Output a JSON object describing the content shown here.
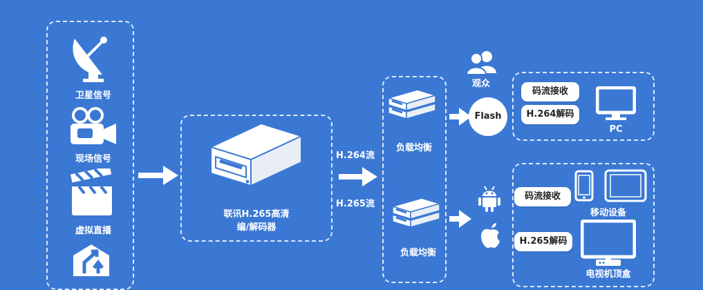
{
  "sources": {
    "satellite": "卫星信号",
    "live": "现场信号",
    "virtual": "虚拟直播"
  },
  "codec": {
    "line1": "联讯H.265高清",
    "line2": "编/解码器"
  },
  "streams": {
    "h264": "H.264流",
    "h265": "H.265流"
  },
  "balancers": {
    "top": "负载均衡",
    "bottom": "负载均衡"
  },
  "audience": "观众",
  "flash": "Flash",
  "pc_group": {
    "receive": "码流接收",
    "decode": "H.264解码",
    "device": "PC"
  },
  "mobile_group": {
    "receive": "码流接收",
    "device": "移动设备",
    "decode": "H.265解码",
    "stb": "电视机顶盒"
  }
}
